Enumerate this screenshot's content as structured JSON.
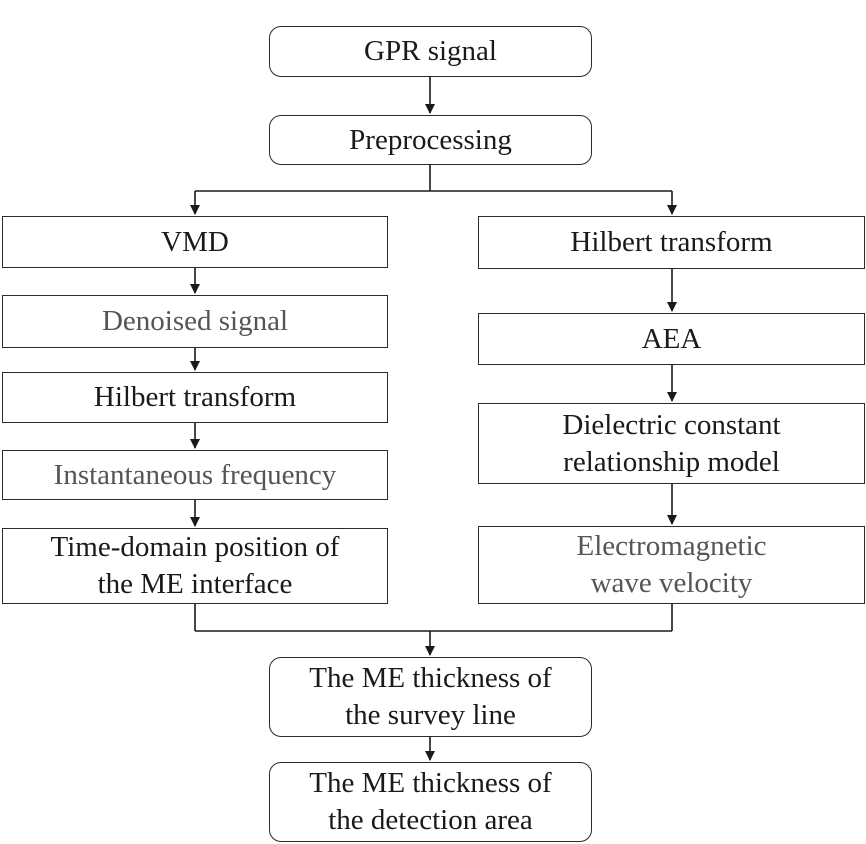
{
  "flowchart": {
    "gpr_signal": "GPR signal",
    "preprocessing": "Preprocessing",
    "left": {
      "vmd": "VMD",
      "denoised_signal": "Denoised signal",
      "hilbert_transform": "Hilbert transform",
      "instantaneous_frequency": "Instantaneous frequency",
      "time_domain_position": [
        "Time-domain position of",
        "the ME interface"
      ]
    },
    "right": {
      "hilbert_transform": "Hilbert transform",
      "aea": "AEA",
      "dielectric_model": [
        "Dielectric constant",
        "relationship model"
      ],
      "wave_velocity": [
        "Electromagnetic",
        "wave velocity"
      ]
    },
    "thickness_survey_line": [
      "The ME thickness of",
      "the survey line"
    ],
    "thickness_detection_area": [
      "The ME thickness of",
      "the detection area"
    ]
  }
}
